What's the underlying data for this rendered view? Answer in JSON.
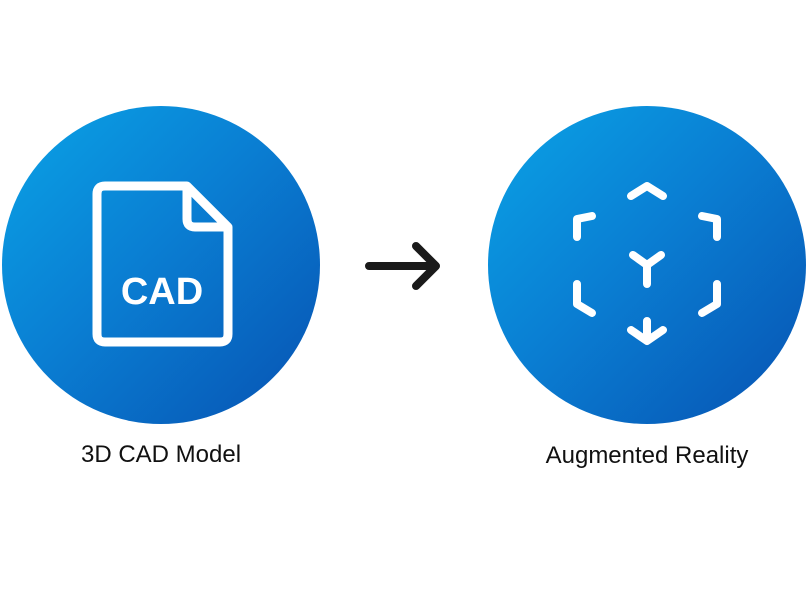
{
  "nodes": [
    {
      "label": "3D CAD Model",
      "icon_text": "CAD",
      "icon": "cad-file-icon"
    },
    {
      "label": "Augmented Reality",
      "icon": "ar-cube-icon"
    }
  ],
  "connector": {
    "icon": "arrow-right-icon"
  },
  "colors": {
    "circle_gradient_start": "#0aa3e6",
    "circle_gradient_end": "#0752b2",
    "icon_stroke": "#ffffff",
    "arrow": "#1a1a1a",
    "label_text": "#111111"
  }
}
